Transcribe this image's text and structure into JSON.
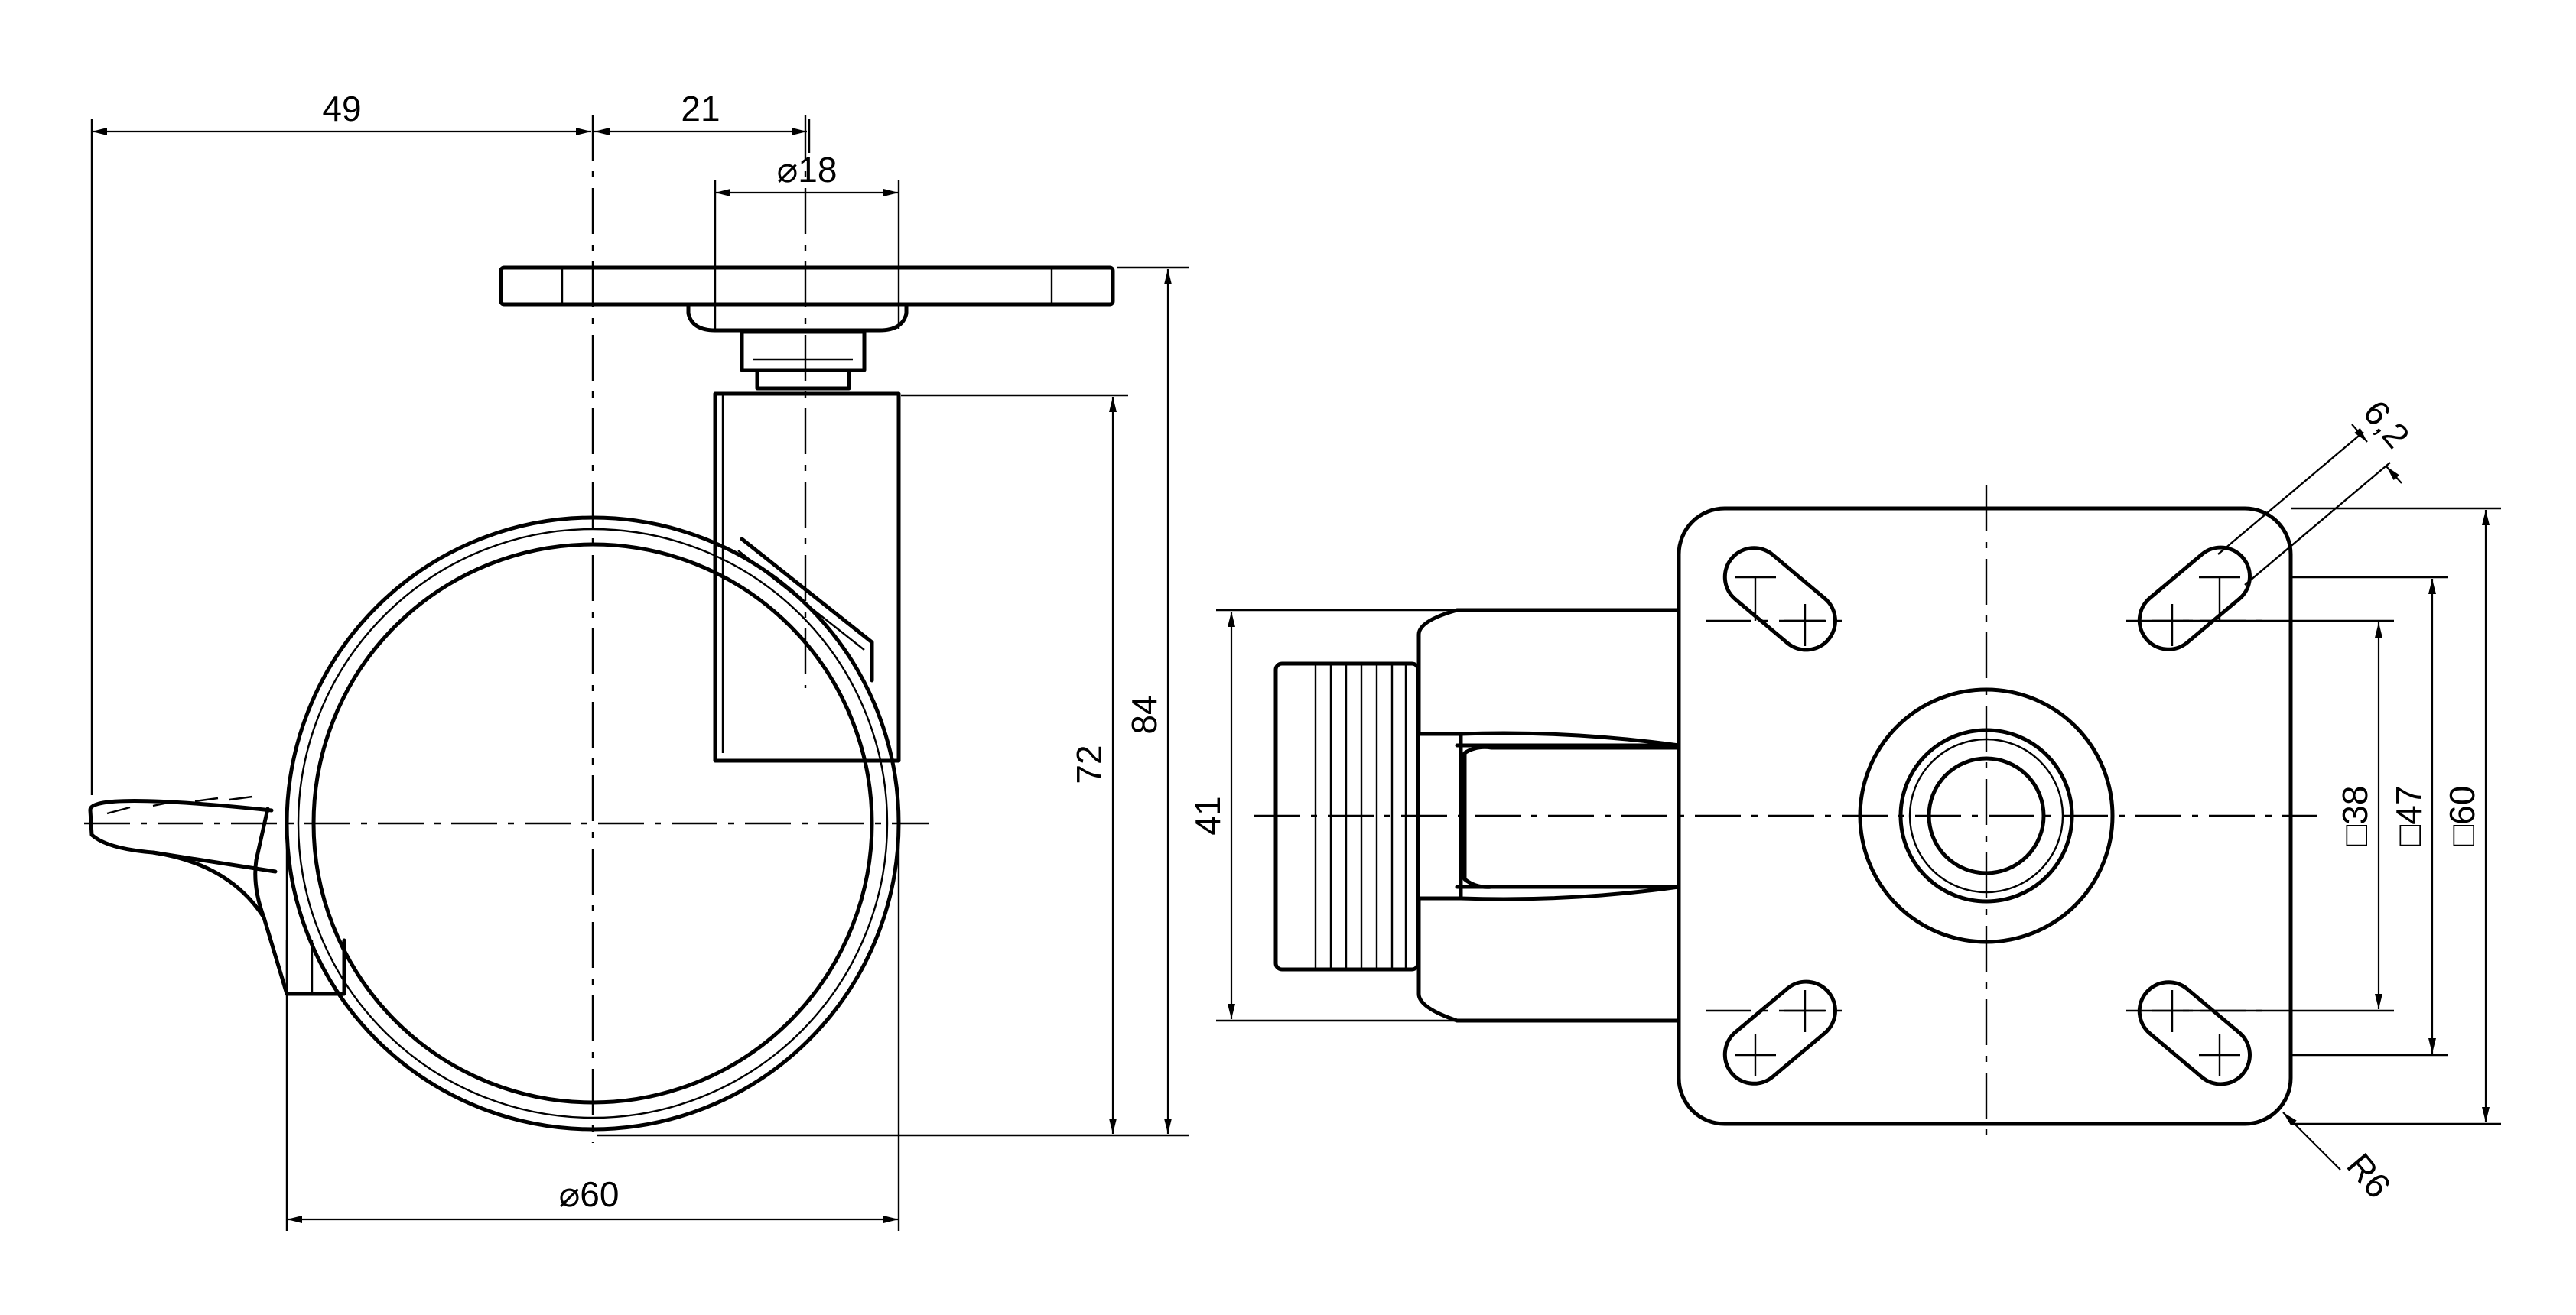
{
  "dimensions": {
    "d49": "49",
    "d21": "21",
    "d18": "18",
    "d72": "72",
    "d84": "84",
    "d60": "60",
    "d41": "41",
    "d62": "6,2",
    "sq38": "38",
    "sq47": "47",
    "sq60": "60",
    "r6": "R6"
  },
  "symbols": {
    "diameter": "⌀",
    "square": "□"
  }
}
